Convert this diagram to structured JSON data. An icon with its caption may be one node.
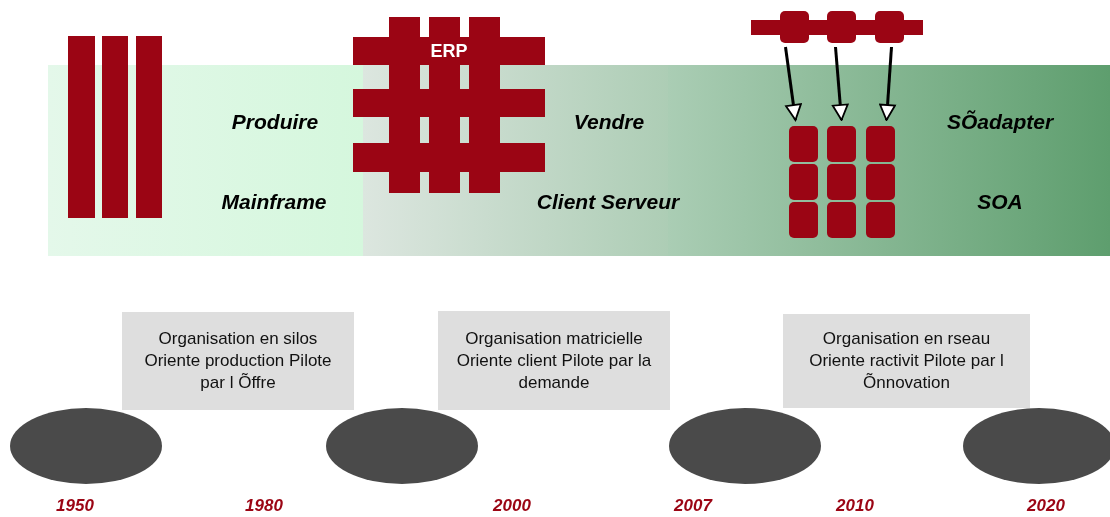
{
  "diagram": {
    "nodes": [
      {
        "text": [
          "Produire",
          "Mainframe"
        ]
      },
      {
        "text": [
          "Vendre",
          "Client Serveur"
        ]
      },
      {
        "text": [
          "SÕadapter",
          "SOA"
        ]
      },
      {
        "text": [
          "ERP"
        ]
      },
      {
        "text": [],
        "shape": "box"
      },
      {
        "text": [],
        "shape": "box"
      },
      {
        "text": [],
        "shape": "box"
      },
      {
        "text": [],
        "shape": "box",
        "in": 2
      },
      {
        "text": [],
        "shape": "box",
        "in": 2
      },
      {
        "text": [],
        "shape": "box",
        "in": 2
      },
      {
        "text": [],
        "shape": "box",
        "in": 2
      },
      {
        "text": [],
        "shape": "box",
        "in": 2
      },
      {
        "text": [],
        "shape": "box",
        "in": 2
      },
      {
        "text": [],
        "shape": "box",
        "in": 2
      },
      {
        "text": [],
        "shape": "box",
        "in": 2
      },
      {
        "text": [],
        "shape": "box",
        "in": 2
      },
      {
        "text": [
          "Organisation en silos Oriente production Pilote par l Õffre"
        ]
      },
      {
        "text": [
          "Organisation matricielle Oriente client Pilote par la demande"
        ]
      },
      {
        "text": [
          "Organisation en rseau Oriente ractivit Pilote par l Õnnovation"
        ]
      },
      {
        "text": [],
        "shape": "ellipse"
      },
      {
        "text": [],
        "shape": "ellipse"
      },
      {
        "text": [],
        "shape": "ellipse"
      },
      {
        "text": [],
        "shape": "ellipse"
      }
    ],
    "edges": [
      {
        "from": 4,
        "to": 7,
        "arrow": "to"
      },
      {
        "from": 5,
        "to": 8,
        "arrow": "to"
      },
      {
        "from": 6,
        "to": 9,
        "arrow": "to"
      }
    ],
    "labels": [
      "1950",
      "1980",
      "2000",
      "2007",
      "2010",
      "2020"
    ]
  }
}
